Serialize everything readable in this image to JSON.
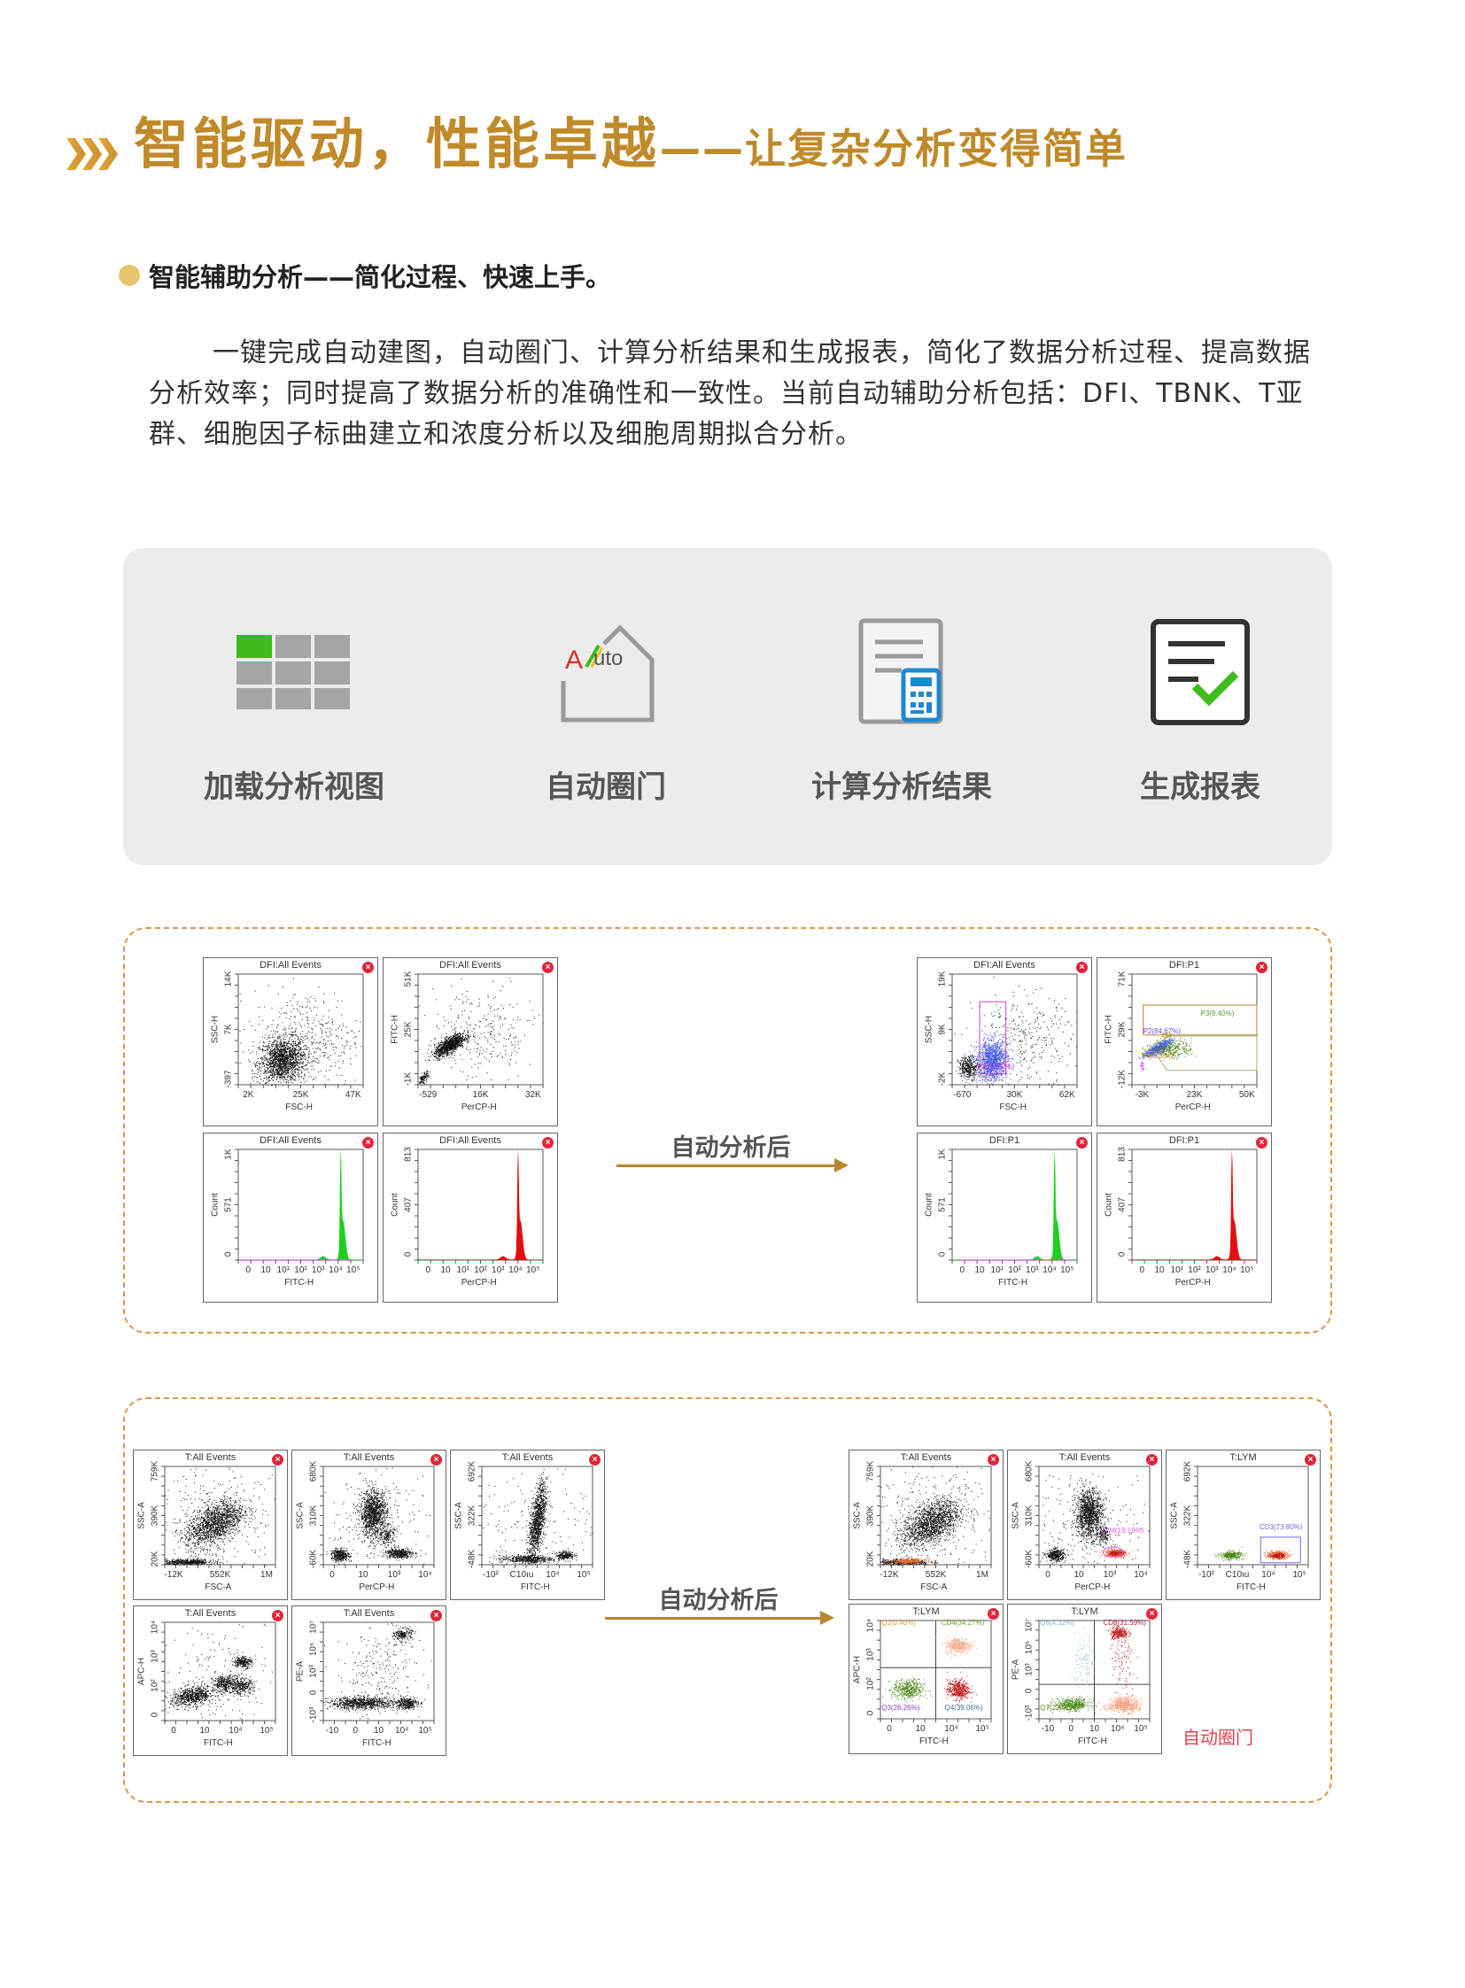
{
  "header": {
    "title_main": "智能驱动，性能卓越",
    "title_sub": "——让复杂分析变得简单"
  },
  "section": {
    "heading": "智能辅助分析——简化过程、快速上手。",
    "paragraph": [
      "一键完成自动建图，自动圈门、计算分析结果和生成报表，简化了数据分析过程、提高数据分析效率；同时提高了数据分析的准确性和一致性。当前自动辅助分析包括：DFI、TBNK、T亚群、细胞因子标曲建立和浓度分析以及细胞周期拟合分析。"
    ]
  },
  "flow": {
    "steps": [
      {
        "label": "加载分析视图",
        "icon": "grid-view-icon"
      },
      {
        "label": "自动圈门",
        "icon": "auto-gate-icon",
        "icon_text_a": "A",
        "icon_text_b": "uto"
      },
      {
        "label": "计算分析结果",
        "icon": "calculator-document-icon"
      },
      {
        "label": "生成报表",
        "icon": "report-check-icon"
      }
    ]
  },
  "colors": {
    "gold": "#c08a2a",
    "green": "#3dbb1d",
    "red": "#e0253a",
    "panel_bg": "#ececec"
  },
  "dfi": {
    "arrow_label": "自动分析后",
    "before": [
      {
        "title": "DFI:All Events",
        "xlabel": "FSC-H",
        "ylabel": "SSC-H",
        "xticks": [
          "2K",
          "25K",
          "47K"
        ],
        "yticks": [
          "-397",
          "7K",
          "14K"
        ]
      },
      {
        "title": "DFI:All Events",
        "xlabel": "PerCP-H",
        "ylabel": "FITC-H",
        "xticks": [
          "-529",
          "16K",
          "32K"
        ],
        "yticks": [
          "-1K",
          "25K",
          "51K"
        ]
      },
      {
        "title": "DFI:All Events",
        "xlabel": "FITC-H",
        "ylabel": "Count",
        "xticks": [
          "0",
          "10",
          "10¹",
          "10²",
          "10³",
          "10⁴",
          "10⁵"
        ],
        "yticks": [
          "0",
          "571",
          "1K"
        ]
      },
      {
        "title": "DFI:All Events",
        "xlabel": "PerCP-H",
        "ylabel": "Count",
        "xticks": [
          "0",
          "10",
          "10¹",
          "10²",
          "10³",
          "10⁴",
          "10⁵"
        ],
        "yticks": [
          "0",
          "407",
          "813"
        ]
      }
    ],
    "after": [
      {
        "title": "DFI:All Events",
        "xlabel": "FSC-H",
        "ylabel": "SSC-H",
        "xticks": [
          "-670",
          "30K",
          "62K"
        ],
        "yticks": [
          "-2K",
          "9K",
          "19K"
        ],
        "gates": [
          {
            "label": "P1(81.62%)",
            "color": "#d040d0"
          }
        ]
      },
      {
        "title": "DFI:P1",
        "xlabel": "PerCP-H",
        "ylabel": "FITC-H",
        "xticks": [
          "-3K",
          "23K",
          "50K"
        ],
        "yticks": [
          "-12K",
          "29K",
          "71K"
        ],
        "gates": [
          {
            "label": "P4(3.36%)",
            "color": "#b8862f"
          },
          {
            "label": "P2(84.67%)",
            "color": "#5a5ae0"
          },
          {
            "label": "P3(9.40%)",
            "color": "#5aa02a"
          }
        ]
      },
      {
        "title": "DFI:P1",
        "xlabel": "FITC-H",
        "ylabel": "Count",
        "xticks": [
          "0",
          "10",
          "10¹",
          "10²",
          "10³",
          "10⁴",
          "10⁵"
        ],
        "yticks": [
          "0",
          "571",
          "1K"
        ]
      },
      {
        "title": "DFI:P1",
        "xlabel": "PerCP-H",
        "ylabel": "Count",
        "xticks": [
          "0",
          "10",
          "10¹",
          "10²",
          "10³",
          "10⁴",
          "10⁵"
        ],
        "yticks": [
          "0",
          "407",
          "813"
        ]
      }
    ]
  },
  "tcell": {
    "arrow_label": "自动分析后",
    "gating_note": "自动圈门",
    "before": [
      {
        "title": "T:All Events",
        "xlabel": "FSC-A",
        "ylabel": "SSC-A",
        "xticks": [
          "-12K",
          "552K",
          "1M"
        ],
        "yticks": [
          "20K",
          "390K",
          "759K"
        ]
      },
      {
        "title": "T:All Events",
        "xlabel": "PerCP-H",
        "ylabel": "SSC-A",
        "xticks": [
          "0",
          "10",
          "10³",
          "10⁴"
        ],
        "yticks": [
          "-60K",
          "310K",
          "680K"
        ]
      },
      {
        "title": "T:All Events",
        "xlabel": "FITC-H",
        "ylabel": "SSC-A",
        "xticks": [
          "-10²",
          "C10ıu",
          "10⁴",
          "10⁵"
        ],
        "yticks": [
          "-48K",
          "322K",
          "692K"
        ]
      },
      {
        "title": "T:All Events",
        "xlabel": "FITC-H",
        "ylabel": "APC-H",
        "xticks": [
          "0",
          "10",
          "10⁴",
          "10⁵"
        ],
        "yticks": [
          "0",
          "10²",
          "10³",
          "10⁴"
        ]
      },
      {
        "title": "T:All Events",
        "xlabel": "FITC-H",
        "ylabel": "PE-A",
        "xticks": [
          "-10",
          "0",
          "10",
          "10⁴",
          "10⁵"
        ],
        "yticks": [
          "-10³",
          "0",
          "10³",
          "10⁵",
          "10⁷"
        ]
      }
    ],
    "after": [
      {
        "title": "T:All Events",
        "xlabel": "FSC-A",
        "ylabel": "SSC-A",
        "xticks": [
          "-12K",
          "552K",
          "1M"
        ],
        "yticks": [
          "20K",
          "390K",
          "759K"
        ]
      },
      {
        "title": "T:All Events",
        "xlabel": "PerCP-H",
        "ylabel": "SSC-A",
        "xticks": [
          "0",
          "10",
          "10³",
          "10⁴"
        ],
        "yticks": [
          "-60K",
          "310K",
          "680K"
        ],
        "gates": [
          {
            "label": "LYM(19.19%)",
            "color": "#e060e0"
          }
        ]
      },
      {
        "title": "T:LYM",
        "xlabel": "FITC-H",
        "ylabel": "SSC-A",
        "xticks": [
          "-10²",
          "C10ıu",
          "10⁴",
          "10⁵"
        ],
        "yticks": [
          "-48K",
          "322K",
          "692K"
        ],
        "gates": [
          {
            "label": "CD3(73.80%)",
            "color": "#6a6ae0"
          }
        ]
      },
      {
        "title": "T:LYM",
        "xlabel": "FITC-H",
        "ylabel": "APC-H",
        "xticks": [
          "0",
          "10",
          "10⁴",
          "10⁵"
        ],
        "yticks": [
          "0",
          "10²",
          "10³",
          "10⁴"
        ],
        "gates": [
          {
            "label": "Q2(0.40%)",
            "color": "#d0a040"
          },
          {
            "label": "CD4(34.27%)",
            "color": "#6aa02a"
          },
          {
            "label": "Q3(26.26%)",
            "color": "#9040c0"
          },
          {
            "label": "Q4(39.06%)",
            "color": "#4070a0"
          }
        ]
      },
      {
        "title": "T:LYM",
        "xlabel": "FITC-H",
        "ylabel": "PE-A",
        "xticks": [
          "-10",
          "0",
          "10",
          "10⁴",
          "10⁵"
        ],
        "yticks": [
          "-10³",
          "0",
          "10³",
          "10⁵",
          "10⁷"
        ],
        "gates": [
          {
            "label": "Q6(4.32%)",
            "color": "#80b0c8"
          },
          {
            "label": "CD8(31.59%)",
            "color": "#b02040"
          },
          {
            "label": "Q7(22.31%)",
            "color": "#6a8a2a"
          },
          {
            "label": "Q8(41.79%)",
            "color": "#f0a080"
          }
        ]
      }
    ]
  }
}
